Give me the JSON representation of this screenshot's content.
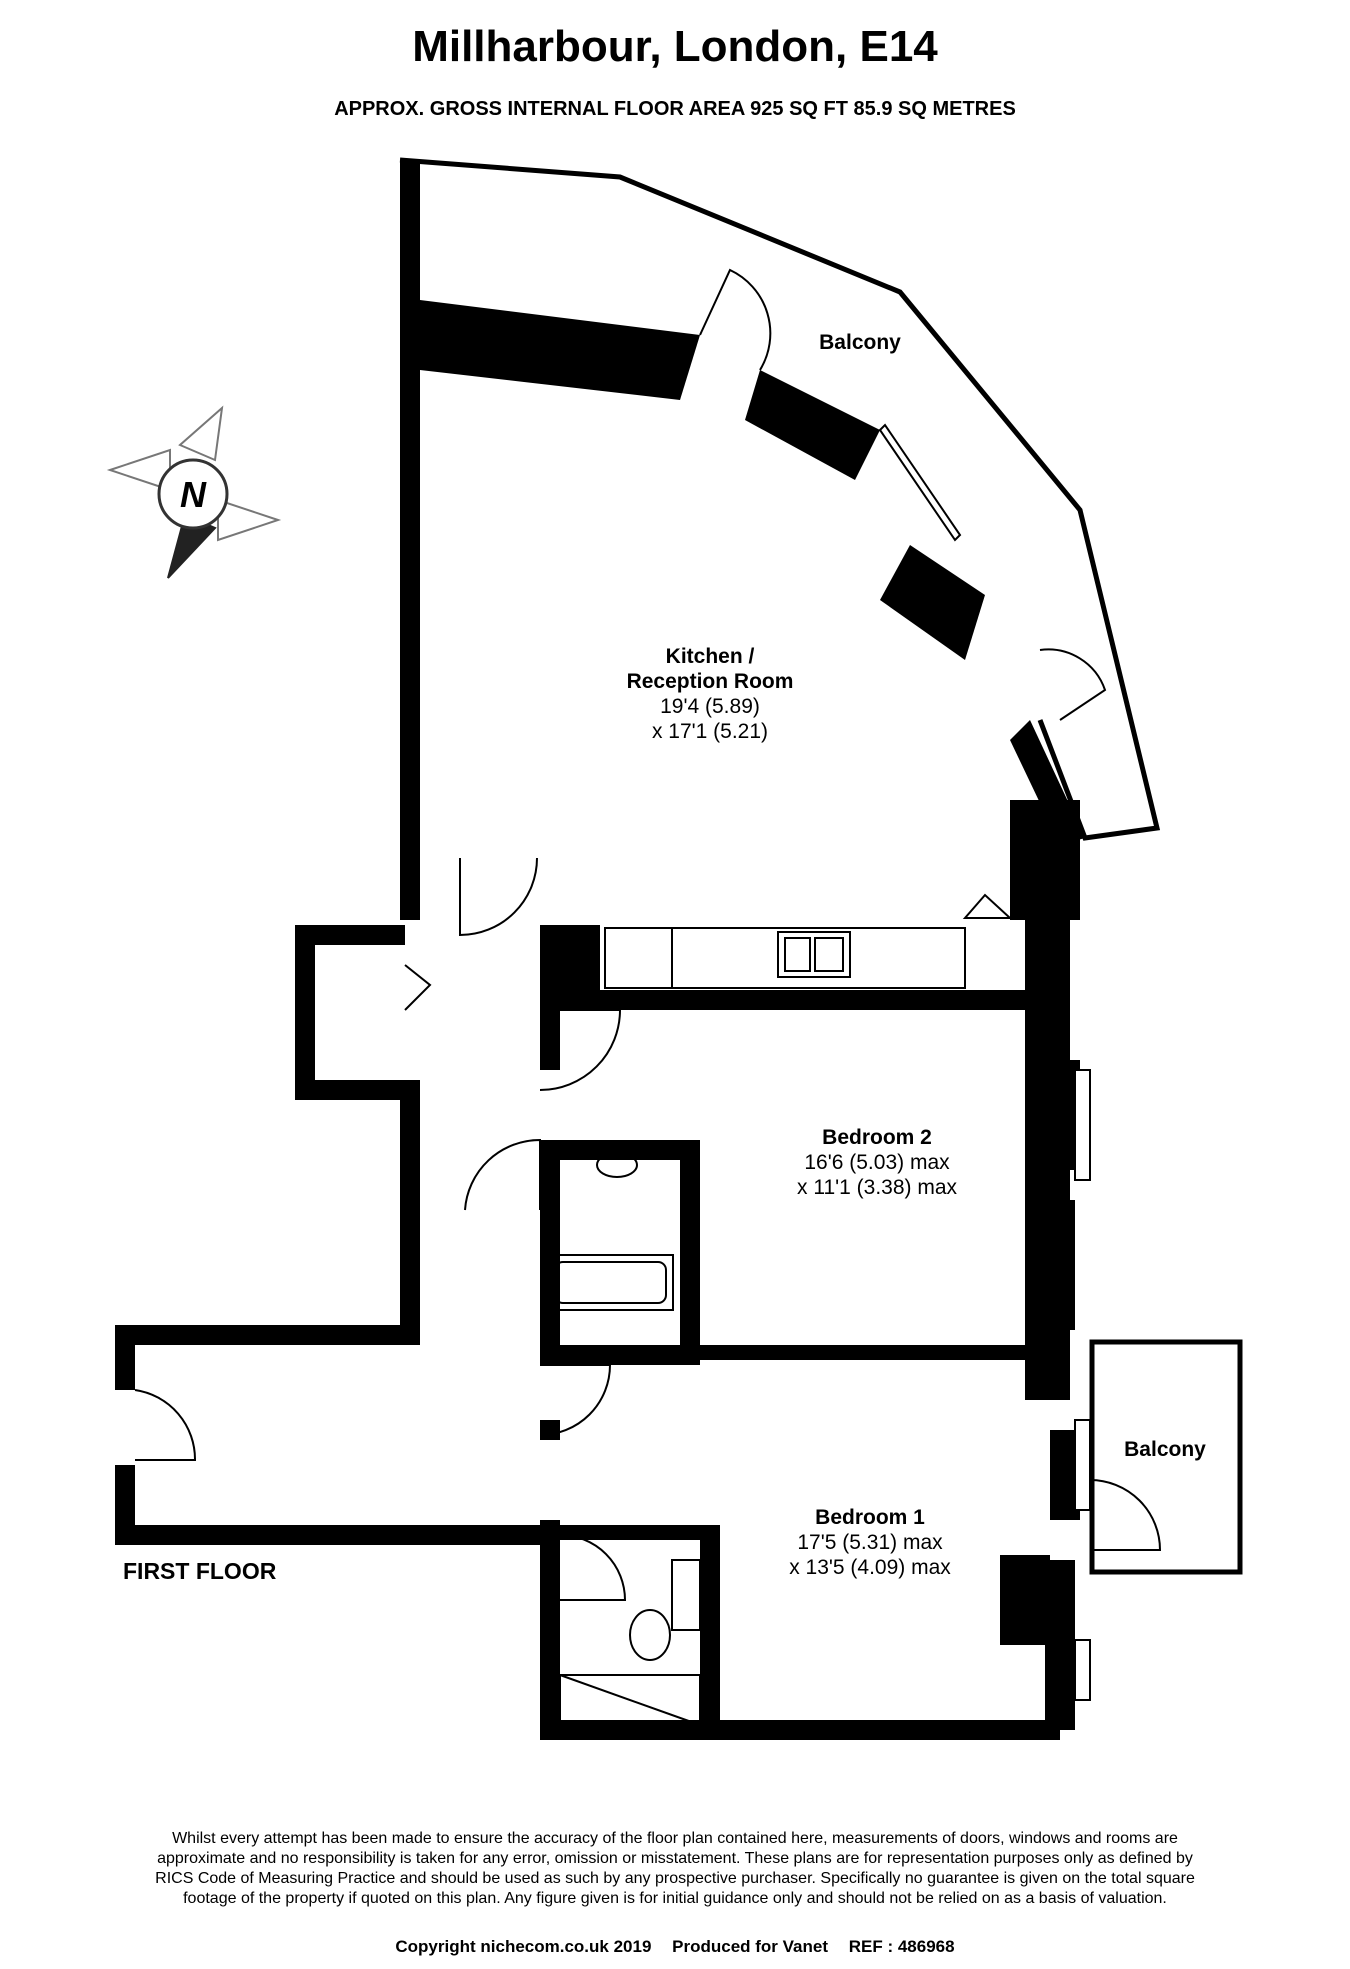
{
  "header": {
    "title": "Millharbour, London, E14",
    "subtitle": "APPROX. GROSS INTERNAL FLOOR AREA 925 SQ FT 85.9 SQ METRES"
  },
  "compass": {
    "letter": "N"
  },
  "rooms": {
    "balcony_top": {
      "name": "Balcony"
    },
    "kitchen": {
      "name_line1": "Kitchen /",
      "name_line2": "Reception Room",
      "dim1": "19'4 (5.89)",
      "dim2": "x 17'1 (5.21)"
    },
    "bedroom2": {
      "name": "Bedroom 2",
      "dim1": "16'6 (5.03) max",
      "dim2": "x 11'1 (3.38) max"
    },
    "balcony_side": {
      "name": "Balcony"
    },
    "bedroom1": {
      "name": "Bedroom 1",
      "dim1": "17'5 (5.31) max",
      "dim2": "x 13'5 (4.09) max"
    }
  },
  "floor_label": "FIRST FLOOR",
  "disclaimer": "Whilst every attempt has been made to ensure the accuracy of the floor plan contained here, measurements of doors, windows and rooms are approximate and no responsibility is taken for any error, omission or misstatement. These plans are for representation purposes only as defined by RICS Code of Measuring Practice and should be used as such by any prospective purchaser. Specifically no guarantee is given on the total square footage of the property if quoted on this plan. Any figure given is for initial guidance only and should not be relied on as a basis of valuation.",
  "footer": {
    "copyright": "Copyright nichecom.co.uk 2019",
    "produced": "Produced for Vanet",
    "ref": "REF : 486968"
  }
}
